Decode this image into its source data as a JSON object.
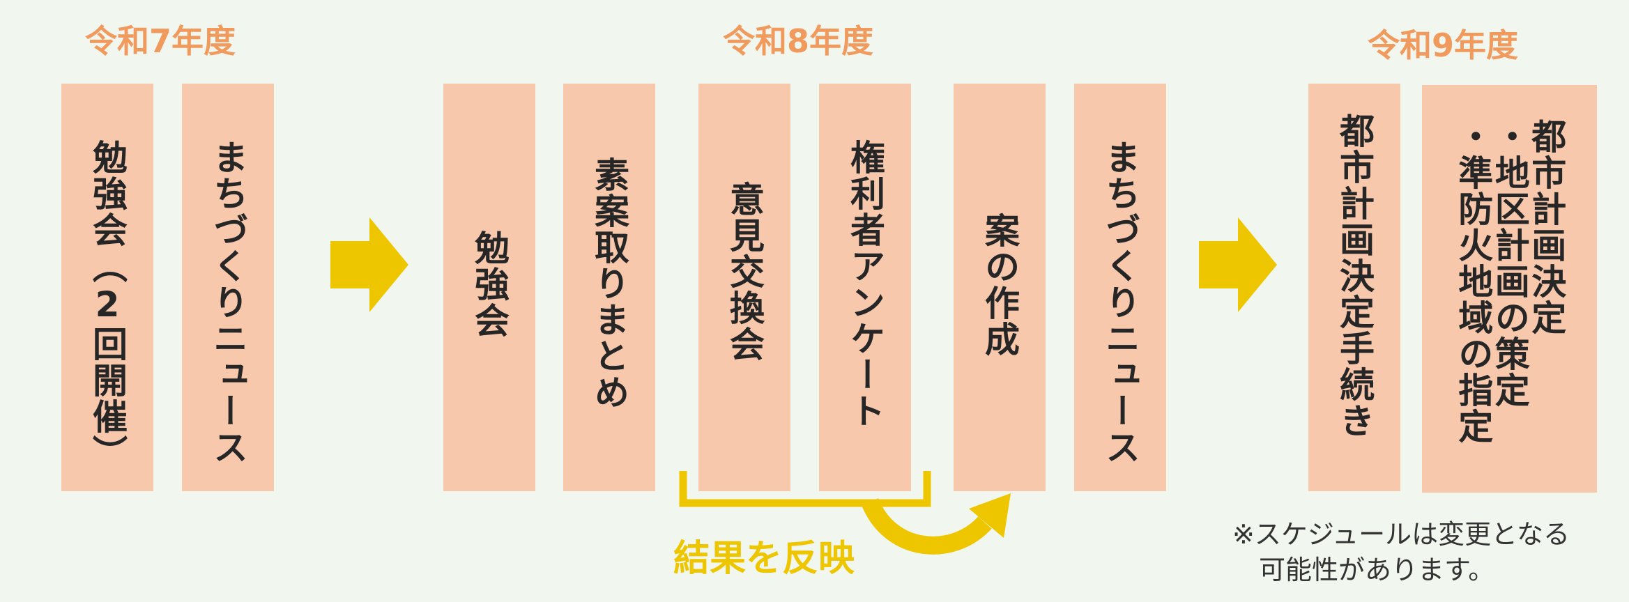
{
  "years": {
    "r7": "令和7年度",
    "r8": "令和8年度",
    "r9": "令和9年度"
  },
  "boxes": {
    "study_r7": "勉強会（2回開催）",
    "news_r7": "まちづくりニュース",
    "study_r8": "勉強会",
    "draft_summary": "素案取りまとめ",
    "opinion_exchange": "意見交換会",
    "rights_survey": "権利者アンケート",
    "plan_creation": "案の作成",
    "news_r8": "まちづくりニュース",
    "city_procedure": "都市計画決定手続き",
    "decision": "都市計画決定\n・地区計画の策定\n・準防火地域の指定"
  },
  "reflect_label": "結果を反映",
  "note": "※スケジュールは変更となる\n　可能性があります。",
  "colors": {
    "background": "#f1f6ef",
    "box": "#f8c8ad",
    "year_text": "#f19a5e",
    "arrow": "#eec600",
    "text": "#262626"
  }
}
